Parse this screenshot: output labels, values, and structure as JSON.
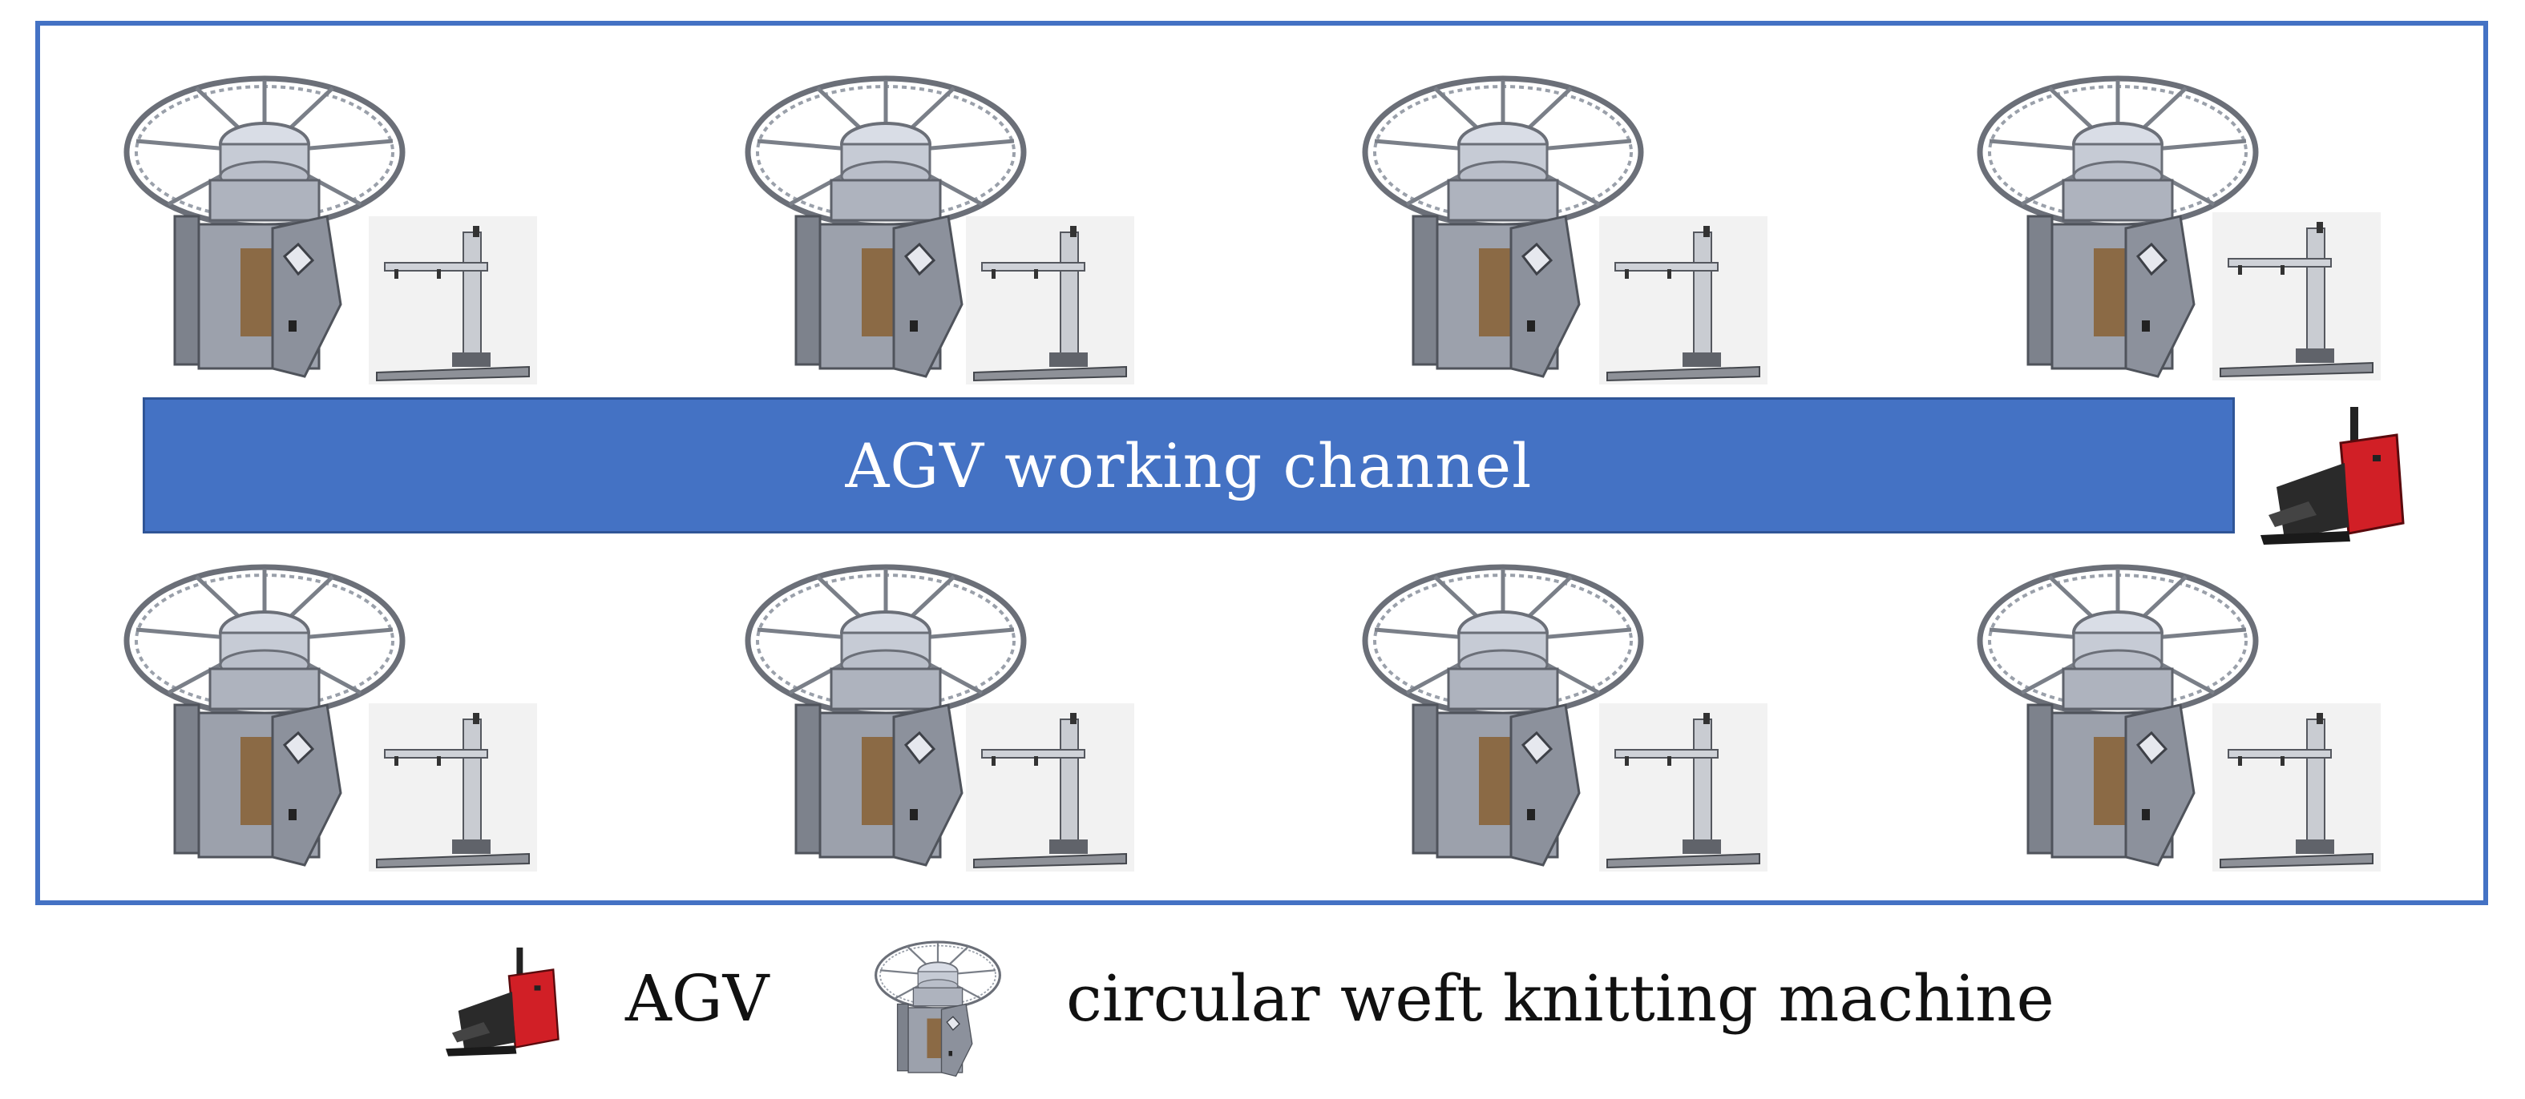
{
  "channel": {
    "label": "AGV working channel"
  },
  "legend": {
    "agv_label": "AGV",
    "machine_label": "circular weft knitting machine"
  },
  "colors": {
    "frame": "#4472c4",
    "channel": "#4472c4",
    "agv_body": "#d11f26",
    "machine_metal": "#8a8f99"
  },
  "icons": [
    "circular-knitting-machine-icon",
    "robot-arm-icon",
    "agv-icon"
  ]
}
